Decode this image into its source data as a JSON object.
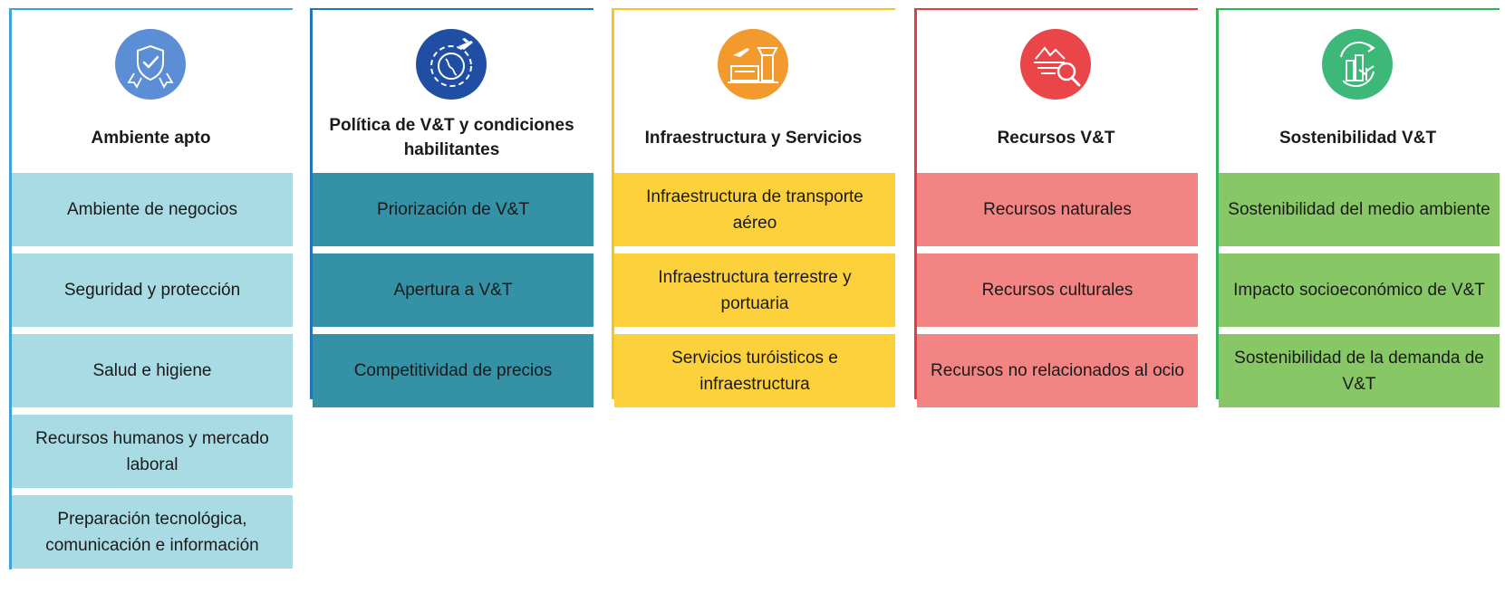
{
  "pillars": [
    {
      "title": "Ambiente apto",
      "icon": "shield-check-icon",
      "colors": {
        "line": "#3ea3d6",
        "icon_bg": "#5b8ed4",
        "box": "#a8dbe3"
      },
      "items": [
        "Ambiente de negocios",
        "Seguridad y protección",
        "Salud e higiene",
        "Recursos humanos y mercado laboral",
        "Preparación tecnológica, comunicación e información"
      ]
    },
    {
      "title": "Política de V&T y condiciones habilitantes",
      "icon": "globe-airplane-icon",
      "colors": {
        "line": "#2175b8",
        "icon_bg": "#1f4ea3",
        "box": "#3591a6"
      },
      "items": [
        "Priorización de V&T",
        "Apertura a V&T",
        "Competitividad de precios"
      ]
    },
    {
      "title": "Infraestructura y Servicios",
      "icon": "airport-icon",
      "colors": {
        "line": "#f6c51c",
        "icon_bg": "#f29a2e",
        "box": "#fcd13b"
      },
      "items": [
        "Infraestructura de transporte aéreo",
        "Infraestructura terrestre y portuaria",
        "Servicios turóisticos e infraestructura"
      ]
    },
    {
      "title": "Recursos V&T",
      "icon": "landscape-search-icon",
      "colors": {
        "line": "#e63b3f",
        "icon_bg": "#ea4548",
        "box": "#f28483"
      },
      "items": [
        "Recursos naturales",
        "Recursos culturales",
        "Recursos no relacionados al ocio"
      ]
    },
    {
      "title": "Sostenibilidad V&T",
      "icon": "sustainable-city-icon",
      "colors": {
        "line": "#35b15a",
        "icon_bg": "#3db878",
        "box": "#87c766"
      },
      "items": [
        "Sostenibilidad del medio ambiente",
        "Impacto socioeconómico de V&T",
        "Sostenibilidad de la demanda de V&T"
      ]
    }
  ]
}
